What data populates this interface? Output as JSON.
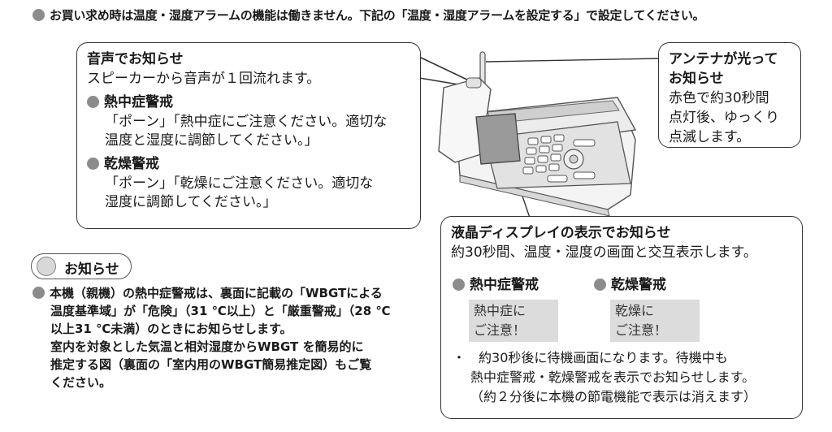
{
  "top_note": "お買い求め時は温度・湿度アラームの機能は働きません。下記の「温度・湿度アラームを設定する」で設定してください。",
  "voice": {
    "title": "音声でお知らせ",
    "desc": "スピーカーから音声が１回流れます。",
    "heat_title": "熱中症警戒",
    "heat_lines": [
      "「ポーン」「熱中症にご注意ください。適切な",
      "温度と湿度に調節してください。」"
    ],
    "dry_title": "乾燥警戒",
    "dry_lines": [
      "「ポーン」「乾燥にご注意ください。適切な",
      "湿度に調節してください。」"
    ]
  },
  "antenna": {
    "title_lines": [
      "アンテナが光って",
      "お知らせ"
    ],
    "lines": [
      "赤色で約30秒間",
      "点灯後、ゆっくり",
      "点滅します。"
    ]
  },
  "lcd": {
    "title": "液晶ディスプレイの表示でお知らせ",
    "desc": "約30秒間、温度・湿度の画面と交互表示します。",
    "heat": {
      "label": "熱中症警戒",
      "screen": [
        "熱中症に",
        "ご注意！"
      ]
    },
    "dry": {
      "label": "乾燥警戒",
      "screen": [
        "乾燥に",
        "ご注意！"
      ]
    },
    "note_lines": [
      "約30秒後に待機画面になります。待機中も",
      "熱中症警戒・乾燥警戒を表示でお知らせします。",
      "（約２分後に本機の節電機能で表示は消えます）"
    ]
  },
  "oshirase": {
    "label": "お知らせ",
    "lines": [
      "本機（親機）の熱中症警戒は、裏面に記載の「WBGTによる",
      "温度基準域」が「危険」（31 ℃以上）と「厳重警戒」（28 ℃",
      "以上31 ℃未満）のときにお知らせします。",
      "室内を対象とした気温と相対湿度からWBGT を簡易的に",
      "推定する図（裏面の「室内用のWBGT簡易推定図）もご覧",
      "ください。"
    ]
  },
  "icons": [
    "bullet-icon",
    "fax-machine-illustration",
    "info-icon"
  ]
}
